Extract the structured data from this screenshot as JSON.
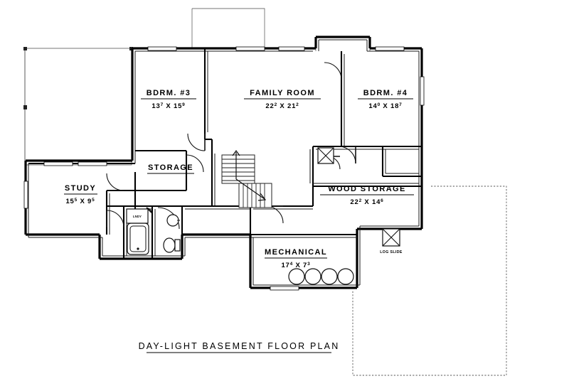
{
  "drawing": {
    "title": "DAY-LIGHT BASEMENT FLOOR PLAN",
    "background_color": "#ffffff",
    "line_color": "#000000"
  },
  "rooms": [
    {
      "id": "bdrm3",
      "name": "BDRM. #3",
      "dim_width_ft": "13",
      "dim_width_in": "7",
      "dim_sep": "X",
      "dim_height_ft": "15",
      "dim_height_in": "9",
      "dims_text": "13 7 X 15 9"
    },
    {
      "id": "family-room",
      "name": "FAMILY ROOM",
      "dim_width_ft": "22",
      "dim_width_in": "2",
      "dim_sep": "X",
      "dim_height_ft": "21",
      "dim_height_in": "2",
      "dims_text": "22 2 X 21 2"
    },
    {
      "id": "bdrm4",
      "name": "BDRM. #4",
      "dim_width_ft": "14",
      "dim_width_in": "0",
      "dim_sep": "X",
      "dim_height_ft": "18",
      "dim_height_in": "7",
      "dims_text": "14 0 X 18 7"
    },
    {
      "id": "storage",
      "name": "STORAGE",
      "dims_text": ""
    },
    {
      "id": "study",
      "name": "STUDY",
      "dim_width_ft": "15",
      "dim_width_in": "5",
      "dim_sep": "X",
      "dim_height_ft": "9",
      "dim_height_in": "5",
      "dims_text": "15 5 X 9 5"
    },
    {
      "id": "wood-storage",
      "name": "WOOD STORAGE",
      "dim_width_ft": "22",
      "dim_width_in": "2",
      "dim_sep": "X",
      "dim_height_ft": "14",
      "dim_height_in": "6",
      "dims_text": "22 2 X 14 6"
    },
    {
      "id": "mechanical",
      "name": "MECHANICAL",
      "dim_width_ft": "17",
      "dim_width_in": "4",
      "dim_sep": "X",
      "dim_height_ft": "7",
      "dim_height_in": "3",
      "dims_text": "17 4 X 7 3"
    }
  ],
  "annotations": {
    "log_slide": "LOG SLIDE",
    "laundry": "LNDY"
  },
  "fixtures": {
    "water_tank_count": 4,
    "bathtub": "bathtub",
    "toilet": "toilet",
    "sink": "sink"
  }
}
